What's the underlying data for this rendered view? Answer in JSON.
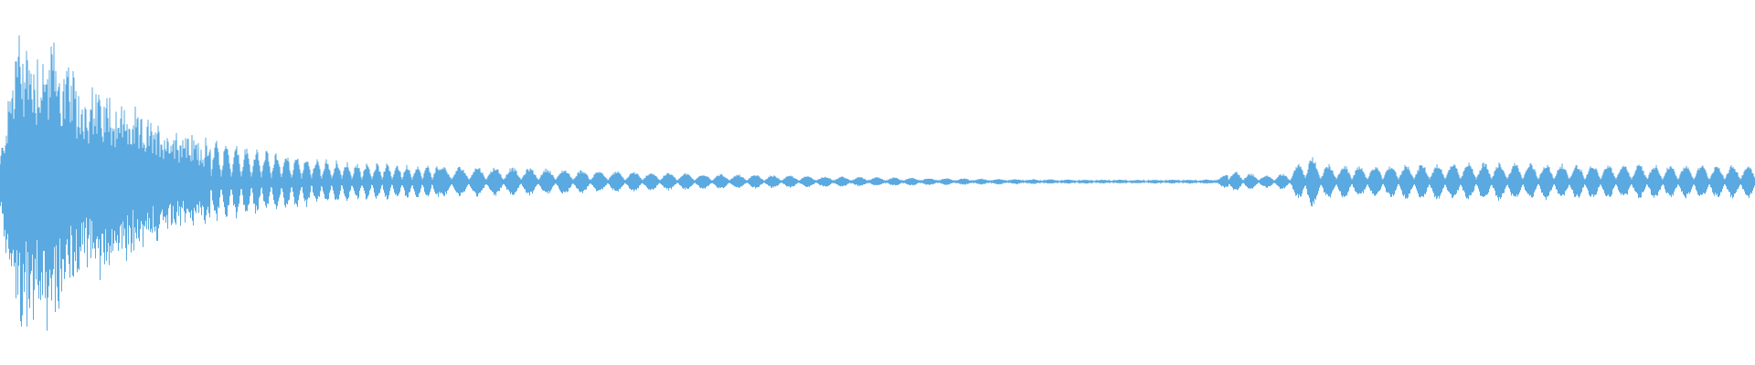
{
  "waveform": {
    "color": "#5aa9e0",
    "background": "#ffffff",
    "amplitude_envelope": [
      [
        0.0,
        0.15
      ],
      [
        0.01,
        0.99
      ],
      [
        0.02,
        0.85
      ],
      [
        0.03,
        0.9
      ],
      [
        0.045,
        0.6
      ],
      [
        0.06,
        0.58
      ],
      [
        0.08,
        0.4
      ],
      [
        0.1,
        0.33
      ],
      [
        0.12,
        0.24
      ],
      [
        0.14,
        0.2
      ],
      [
        0.17,
        0.15
      ],
      [
        0.2,
        0.11
      ],
      [
        0.25,
        0.09
      ],
      [
        0.3,
        0.08
      ],
      [
        0.35,
        0.06
      ],
      [
        0.4,
        0.045
      ],
      [
        0.45,
        0.035
      ],
      [
        0.5,
        0.025
      ],
      [
        0.55,
        0.018
      ],
      [
        0.6,
        0.012
      ],
      [
        0.65,
        0.01
      ],
      [
        0.69,
        0.012
      ],
      [
        0.705,
        0.06
      ],
      [
        0.72,
        0.035
      ],
      [
        0.735,
        0.05
      ],
      [
        0.745,
        0.16
      ],
      [
        0.755,
        0.1
      ],
      [
        0.78,
        0.09
      ],
      [
        0.8,
        0.1
      ],
      [
        0.85,
        0.11
      ],
      [
        0.9,
        0.1
      ],
      [
        1.0,
        0.095
      ]
    ]
  }
}
